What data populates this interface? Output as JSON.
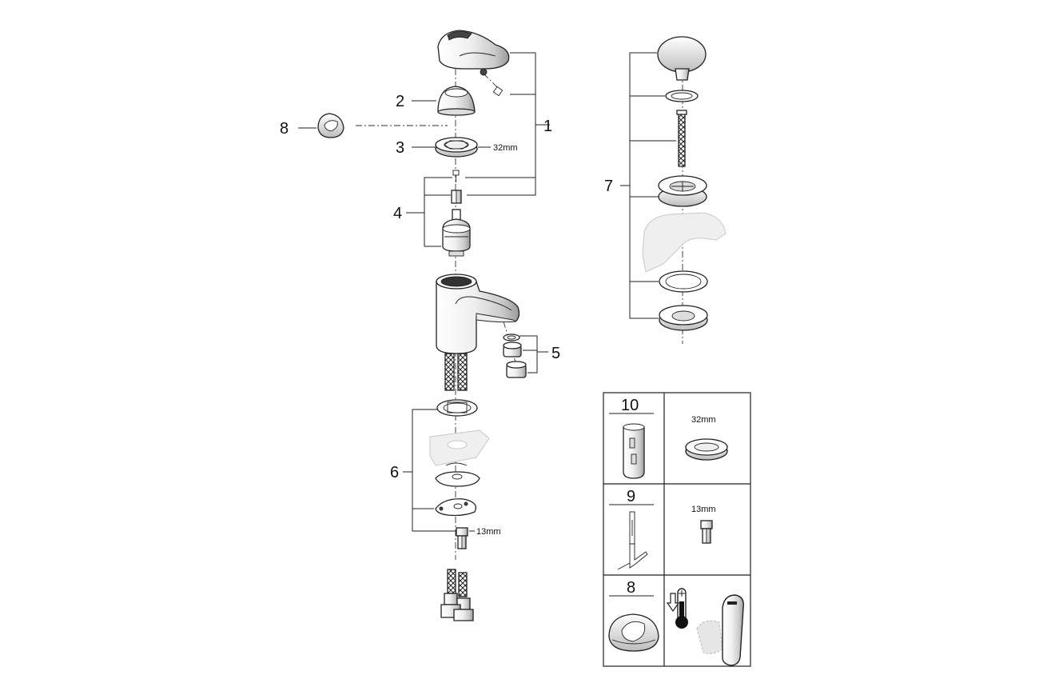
{
  "callouts": {
    "c1": "1",
    "c2": "2",
    "c3": "3",
    "c4": "4",
    "c5": "5",
    "c6": "6",
    "c7": "7",
    "c8": "8"
  },
  "dimensions": {
    "nut_size": "32mm",
    "small_nut_size": "13mm"
  },
  "accessory_table": {
    "row10": {
      "number": "10",
      "size": "32mm"
    },
    "row9": {
      "number": "9",
      "size": "13mm"
    },
    "row8": {
      "number": "8"
    }
  },
  "colors": {
    "ink": "#1a1a1a",
    "shade": "#d8d8d8",
    "paper": "#ffffff"
  }
}
